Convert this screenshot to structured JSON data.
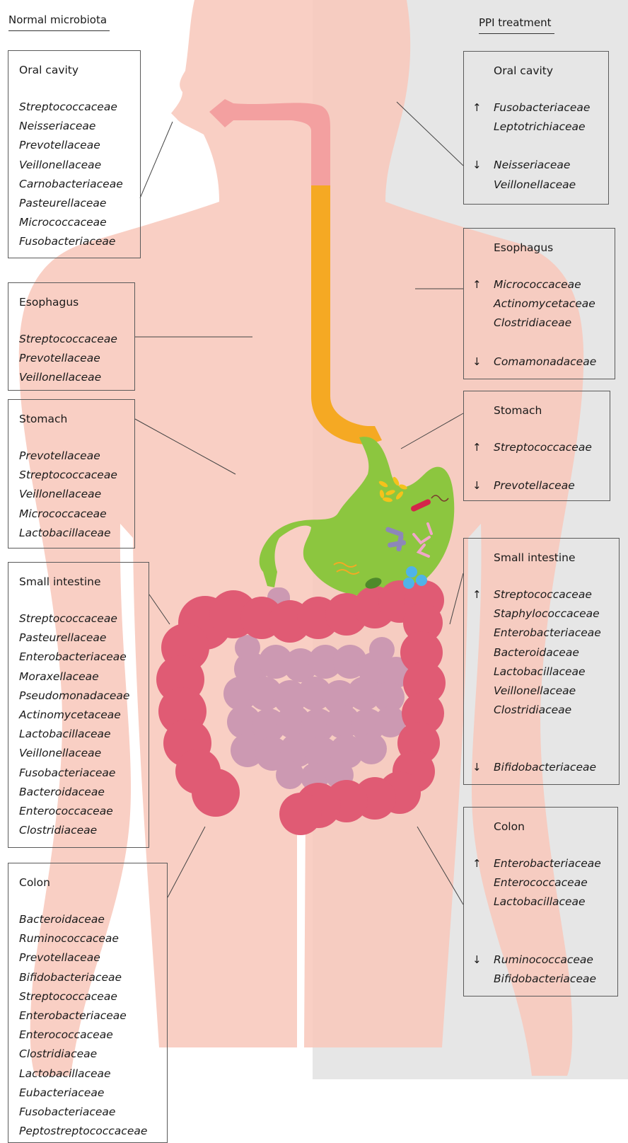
{
  "headers": {
    "left": "Normal microbiota",
    "right": "PPI treatment"
  },
  "normal": [
    {
      "title": "Oral cavity",
      "items": [
        "Streptococcaceae",
        "Neisseriaceae",
        "Prevotellaceae",
        "Veillonellaceae",
        "Carnobacteriaceae",
        "Pasteurellaceae",
        "Micrococcaceae",
        "Fusobacteriaceae"
      ]
    },
    {
      "title": "Esophagus",
      "items": [
        "Streptococcaceae",
        "Prevotellaceae",
        "Veillonellaceae"
      ]
    },
    {
      "title": "Stomach",
      "items": [
        "Prevotellaceae",
        "Streptococcaceae",
        "Veillonellaceae",
        "Micrococcaceae",
        "Lactobacillaceae"
      ]
    },
    {
      "title": "Small intestine",
      "items": [
        "Streptococcaceae",
        "Pasteurellaceae",
        "Enterobacteriaceae",
        "Moraxellaceae",
        "Pseudomonadaceae",
        "Actinomycetaceae",
        "Lactobacillaceae",
        "Veillonellaceae",
        "Fusobacteriaceae",
        "Bacteroidaceae",
        "Enterococcaceae",
        "Clostridiaceae"
      ]
    },
    {
      "title": "Colon",
      "items": [
        "Bacteroidaceae",
        "Ruminococcaceae",
        "Prevotellaceae",
        "Bifidobacteriaceae",
        "Streptococcaceae",
        "Enterobacteriaceae",
        "Enterococcaceae",
        "Clostridiaceae",
        "Lactobacillaceae",
        "Eubacteriaceae",
        "Fusobacteriaceae",
        "Peptostreptococcaceae"
      ]
    }
  ],
  "ppi": [
    {
      "title": "Oral cavity",
      "up": [
        "Fusobacteriaceae",
        "Leptotrichiaceae"
      ],
      "down": [
        "Neisseriaceae",
        "Veillonellaceae"
      ]
    },
    {
      "title": "Esophagus",
      "up": [
        "Micrococcaceae",
        "Actinomycetaceae",
        "Clostridiaceae"
      ],
      "down": [
        "Comamonadaceae"
      ]
    },
    {
      "title": "Stomach",
      "up": [
        "Streptococcaceae"
      ],
      "down": [
        "Prevotellaceae"
      ]
    },
    {
      "title": "Small intestine",
      "up": [
        "Streptococcaceae",
        "Staphylococcaceae",
        "Enterobacteriaceae",
        "Bacteroidaceae",
        "Lactobacillaceae",
        "Veillonellaceae",
        "Clostridiaceae"
      ],
      "down": [
        "Bifidobacteriaceae"
      ]
    },
    {
      "title": "Colon",
      "up": [
        "Enterobacteriaceae",
        "Enterococcaceae",
        "Lactobacillaceae"
      ],
      "down": [
        "Ruminococcaceae",
        "Bifidobacteriaceae"
      ]
    }
  ],
  "arrows": {
    "up": "↑",
    "down": "↓"
  },
  "colors": {
    "body": "#f8c8bc",
    "panel": "#e6e6e6",
    "mouth_tube": "#f3a0a0",
    "esophagus": "#f5a923",
    "stomach": "#8cc63f",
    "small_intestine": "#cc99b2",
    "colon": "#e05b74"
  }
}
